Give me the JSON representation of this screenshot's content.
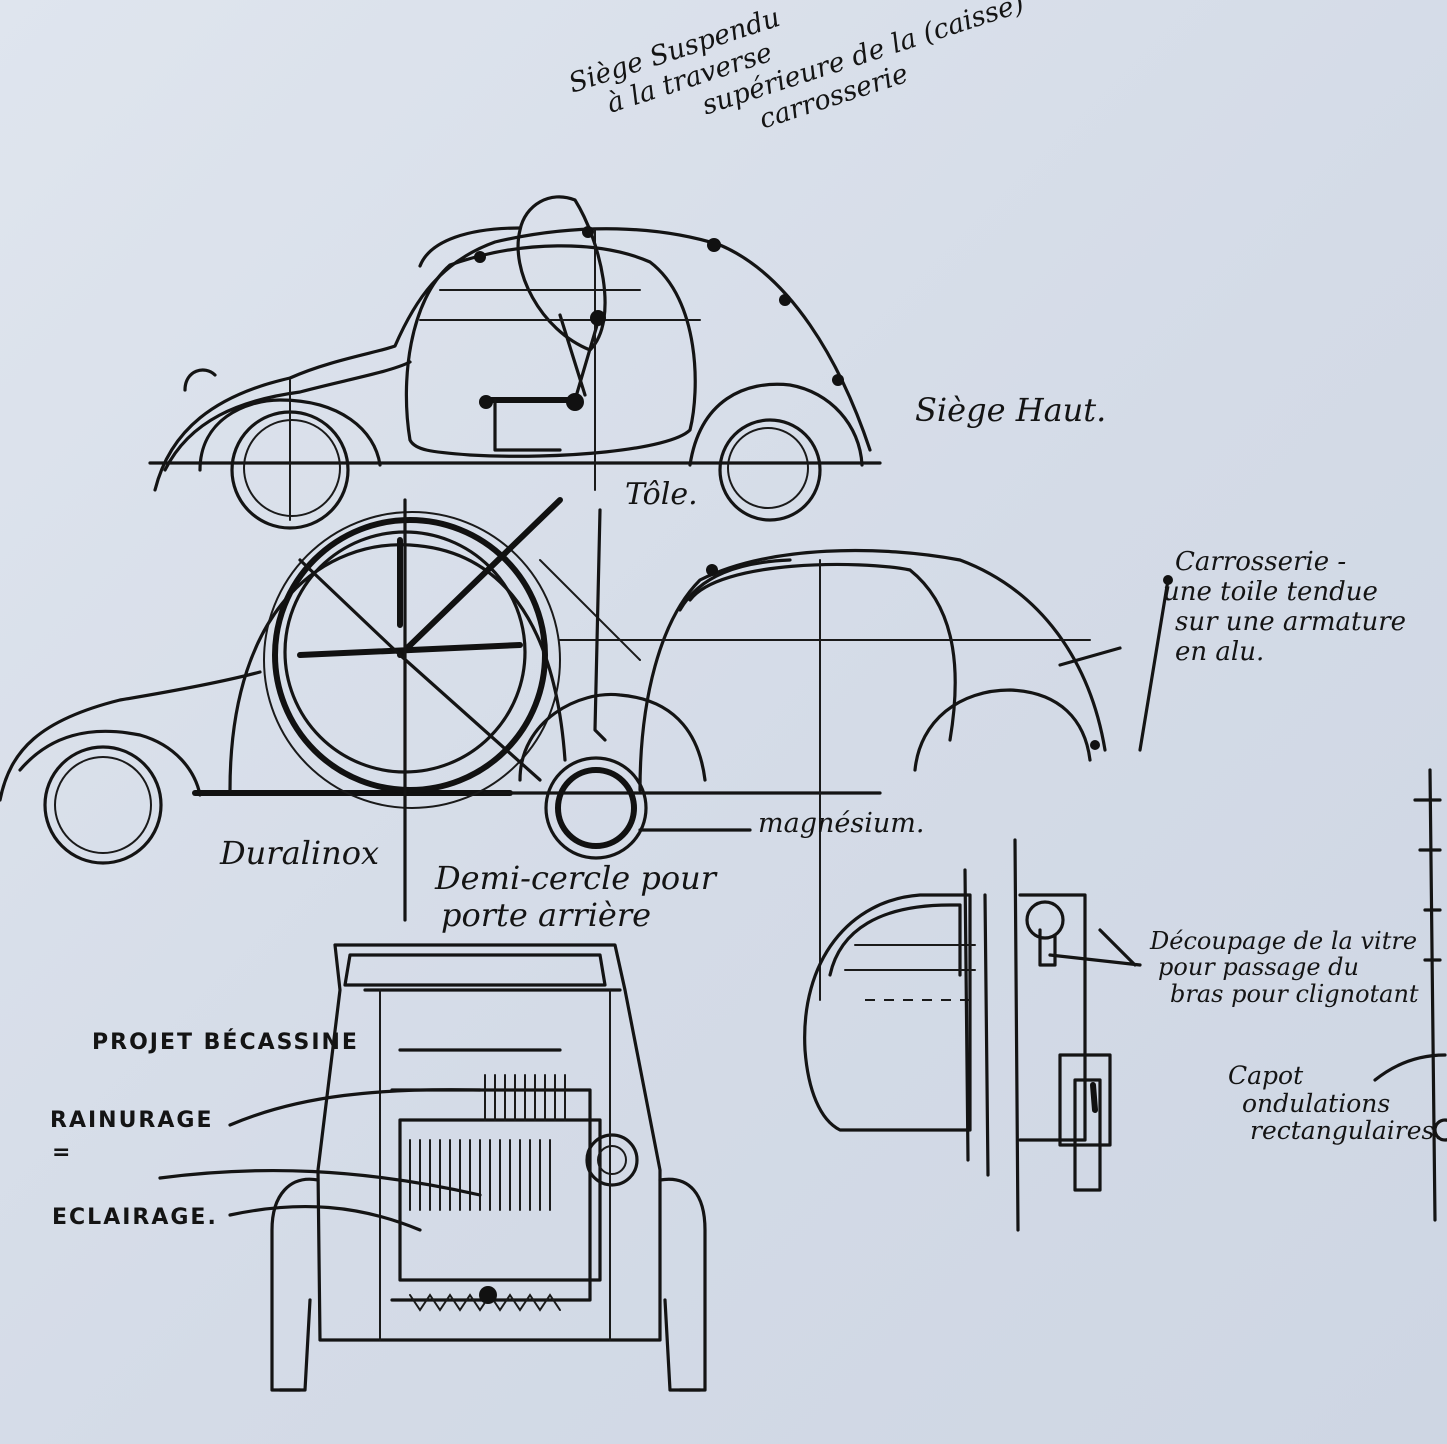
{
  "ink_color": "#141414",
  "paper_color": "#dae1eb",
  "annotations": {
    "seat_suspended": [
      "Siège Suspendu",
      "à la traverse",
      "supérieure de la (caisse)",
      "carrosserie"
    ],
    "seat_high": "Siège Haut.",
    "toile": "Tôle.",
    "body_shell": [
      "Carrosserie -",
      "une toile tendue",
      "sur une armature",
      "en alu."
    ],
    "duralinox": "Duralinox",
    "half_circle_door": [
      "Demi-cercle pour",
      "porte arrière"
    ],
    "magnesium": "magnésium.",
    "window_cut": [
      "Découpage de la vitre",
      "pour passage du",
      "bras pour clignotant"
    ],
    "hood": [
      "Capot",
      "ondulations",
      "rectangulaires."
    ],
    "headlamp_project": "PROJET BÉCASSINE",
    "grooves": "RAINURAGE",
    "equals": "=",
    "lighting": "ECLAIRAGE."
  }
}
